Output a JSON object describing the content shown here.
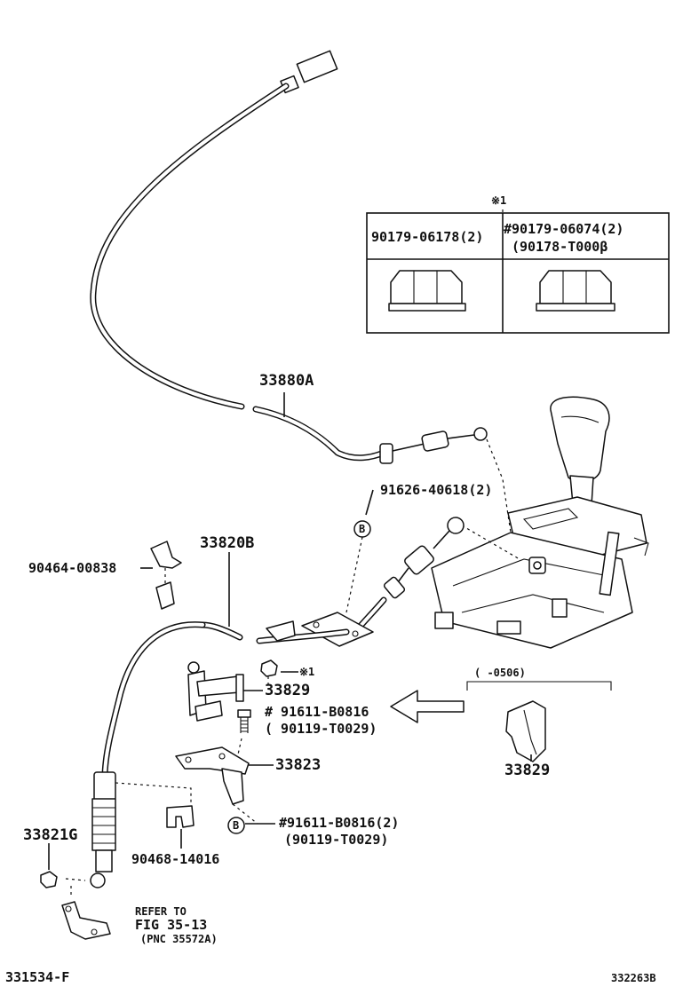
{
  "table": {
    "note_mark": "※1",
    "col1_header": "90179-06178(2)",
    "col2_header_line1": "#90179-06074(2)",
    "col2_header_line2": "(90178-T000β"
  },
  "labels": {
    "cable_33880A": "33880A",
    "bolt_91626": "91626-40618(2)",
    "cable_33820B": "33820B",
    "clip_90464": "90464-00838",
    "nut_note": "※1",
    "bracket_33829": "33829",
    "bolt_91611_a_line1": "# 91611-B0816",
    "bolt_91611_a_line2": "( 90119-T0029)",
    "bracket_33823": "33823",
    "bolt_91611_b_line1": "#91611-B0816(2)",
    "bolt_91611_b_line2": "(90119-T0029)",
    "clip_90468": "90468-14016",
    "end_33821G": "33821G",
    "refer_line1": "REFER TO",
    "refer_line2": "FIG 35-13",
    "refer_line3": "(PNC 35572A)",
    "inset_range": "(      -0506)",
    "inset_part": "33829",
    "marker_b": "B"
  },
  "footer": {
    "left_code": "331534-F",
    "right_code": "332263B"
  }
}
